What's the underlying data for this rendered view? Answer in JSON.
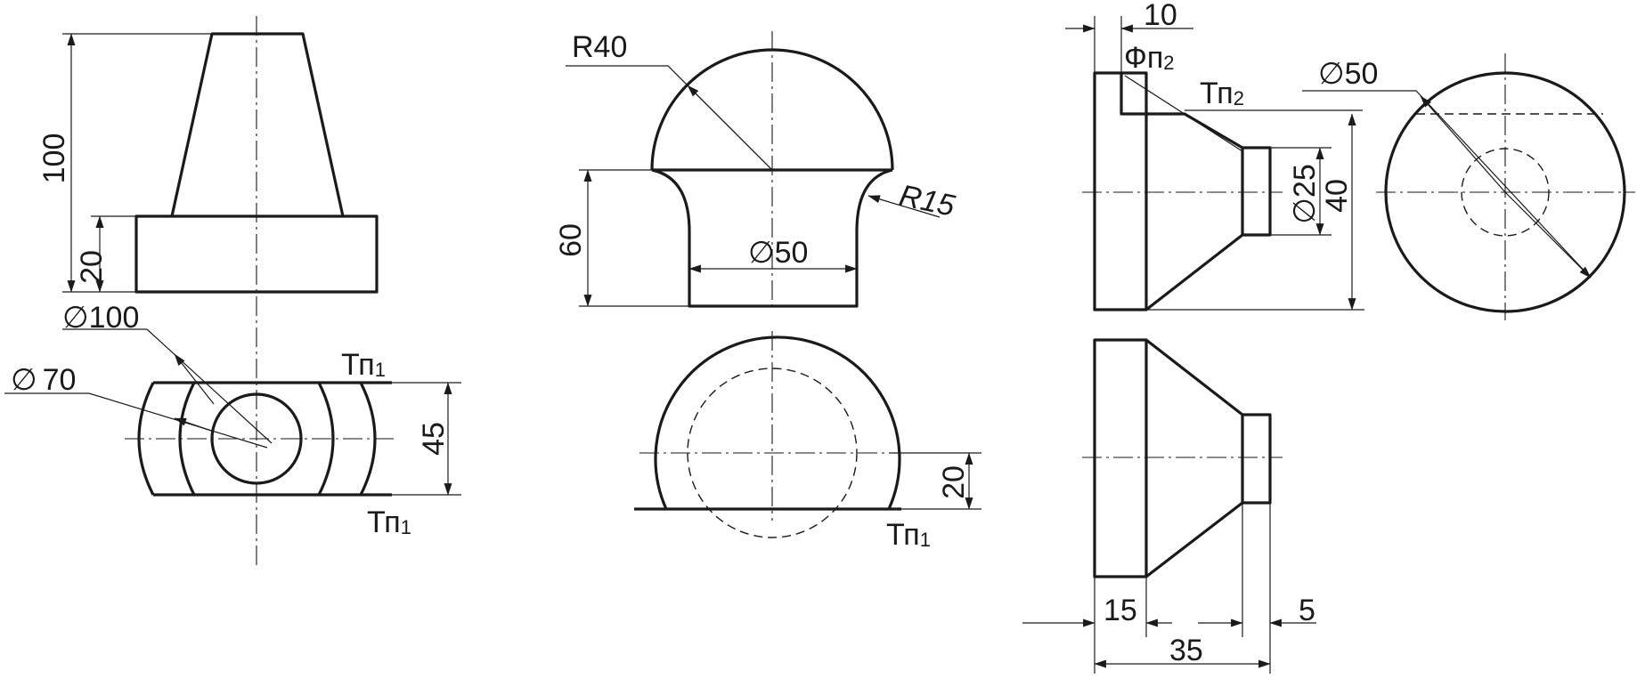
{
  "labels": {
    "v1_height": "100",
    "v1_base_h": "20",
    "v1_dia_outer": "100",
    "v1_dia_inner": "70",
    "v1_width": "45",
    "v1_tp_top": "Тп",
    "v1_tp_top_sub": "1",
    "v1_tp_bot": "Тп",
    "v1_tp_bot_sub": "1",
    "v2_radius": "R40",
    "v2_fillet": "R15",
    "v2_height": "60",
    "v2_dia": "50",
    "v2_offset": "20",
    "v2_tp": "Тп",
    "v2_tp_sub": "1",
    "v3_top_dim": "10",
    "v3_phi": "Фп",
    "v3_phi_sub": "2",
    "v3_tp": "Тп",
    "v3_tp_sub": "2",
    "v3_dia_small": "25",
    "v3_height": "40",
    "v3_dia_circle": "50",
    "v3_dim_15": "15",
    "v3_dim_35": "35",
    "v3_dim_5": "5",
    "diameter_symbol": "∅"
  }
}
